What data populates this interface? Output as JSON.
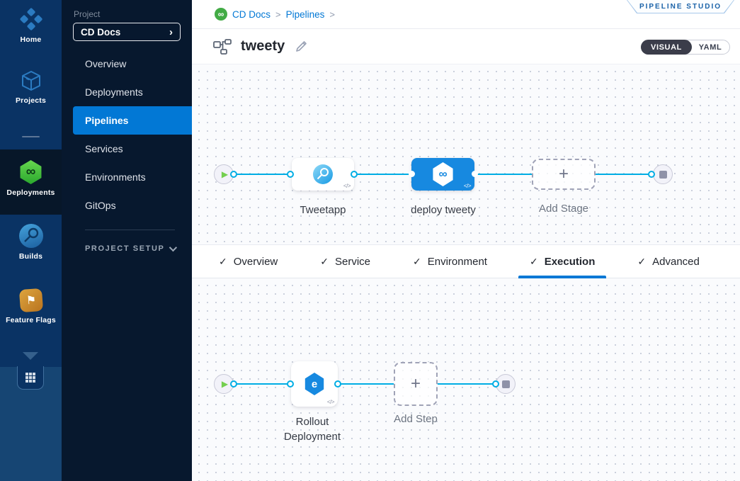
{
  "colors": {
    "accent": "#0278d5",
    "connector": "#00ade4",
    "selected_node_blue": "#1789e0",
    "cd_green": "#42ab45",
    "rail_bg": "#0a3364",
    "sidebar_bg": "#07182e"
  },
  "icons": {
    "infinity": "∞",
    "play": "▶",
    "plus": "+",
    "check": "✓",
    "code": "</>",
    "breadcrumb_separator": ">",
    "select_arrow": "›",
    "flag": "⚑",
    "rollout_glyph": "e"
  },
  "rail": {
    "items": [
      {
        "label": "Home"
      },
      {
        "label": "Projects"
      },
      {
        "label": "Deployments",
        "active": true
      },
      {
        "label": "Builds"
      },
      {
        "label": "Feature Flags"
      }
    ]
  },
  "sidebar": {
    "project_label": "Project",
    "project_value": "CD Docs",
    "items": [
      {
        "label": "Overview"
      },
      {
        "label": "Deployments"
      },
      {
        "label": "Pipelines",
        "active": true
      },
      {
        "label": "Services"
      },
      {
        "label": "Environments"
      },
      {
        "label": "GitOps"
      }
    ],
    "section_label": "PROJECT SETUP"
  },
  "header": {
    "breadcrumb": [
      {
        "label": "CD Docs"
      },
      {
        "label": "Pipelines"
      }
    ],
    "studio_badge": "PIPELINE STUDIO",
    "title": "tweety",
    "view_toggle": {
      "visual": "VISUAL",
      "yaml": "YAML"
    }
  },
  "tabs": {
    "items": [
      {
        "label": "Overview",
        "checked": true
      },
      {
        "label": "Service",
        "checked": true
      },
      {
        "label": "Environment",
        "checked": true
      },
      {
        "label": "Execution",
        "checked": true,
        "active": true
      },
      {
        "label": "Advanced",
        "checked": true
      }
    ]
  },
  "stage_canvas": {
    "stage1_label": "Tweetapp",
    "stage2_label": "deploy tweety",
    "add_label": "Add Stage"
  },
  "step_canvas": {
    "step1_label": "Rollout Deployment",
    "add_label": "Add Step"
  }
}
